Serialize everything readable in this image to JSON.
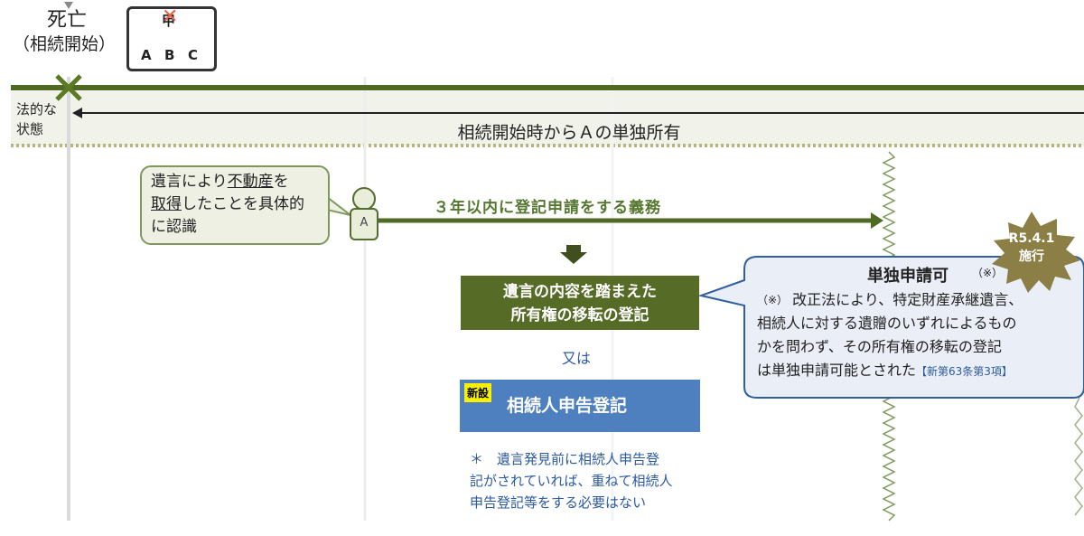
{
  "event": {
    "label": "死亡",
    "sub_label": "（相続開始）"
  },
  "family": {
    "parent": "甲",
    "children": [
      "A",
      "B",
      "C"
    ]
  },
  "timeline": {
    "legal_state_line1": "法的な",
    "legal_state_line2": "状態",
    "ownership_text": "相続開始時からＡの単独所有"
  },
  "recognition": {
    "line1_pre": "遺言により",
    "line1_underlined": "不動産",
    "line1_post": "を",
    "line2_underlined": "取得",
    "line2_post": "したことを具体的",
    "line3": "に認識",
    "person_label": "A"
  },
  "duty": {
    "text": "３年以内に登記申請をする義務"
  },
  "registration_box": {
    "line1": "遺言の内容を踏まえた",
    "line2": "所有権の移転の登記"
  },
  "or_text": "又は",
  "heir_declaration": {
    "badge": "新設",
    "label": "相続人申告登記"
  },
  "note": {
    "line1": "＊　遺言発見前に相続人申告登",
    "line2": "記がされていれば、重ねて相続人",
    "line3": "申告登記等をする必要はない"
  },
  "callout": {
    "title": "単独申請可",
    "title_mark": "（※）",
    "mark": "（※）",
    "line1": "改正法により、特定財産承継遺言、",
    "line2": "相続人に対する遺贈のいずれによるもの",
    "line3": "かを問わず、その所有権の移転の登記",
    "line4": "は単独申請可能とされた",
    "article_ref": "【新第63条第3項】"
  },
  "effective": {
    "line1": "R5.4.1",
    "line2": "施行"
  },
  "colors": {
    "green_dark": "#556b26",
    "green_line": "#4f6a23",
    "blue_box": "#4e7fbf",
    "badge_yellow": "#f7f100",
    "callout_fill": "#e9eef7",
    "callout_border": "#2f5f9f",
    "burst": "#8b7f46",
    "death_mark": "#5a7a24",
    "family_x": "#e8634a"
  }
}
